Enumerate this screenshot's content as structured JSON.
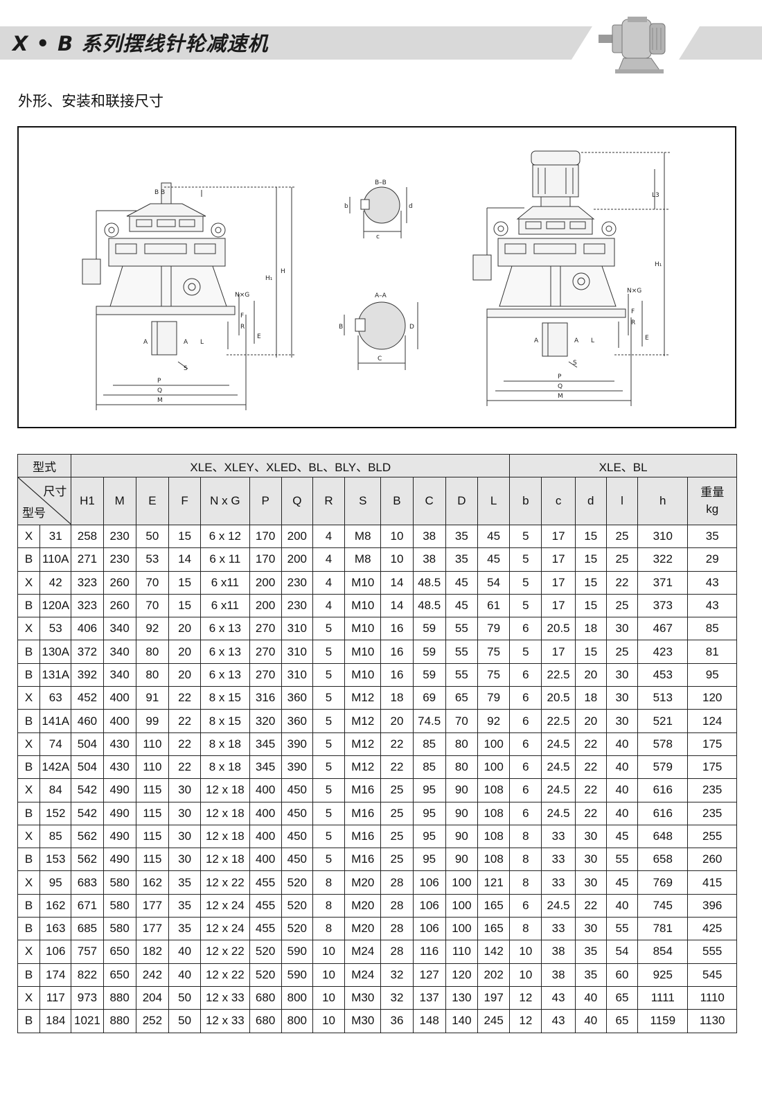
{
  "header": {
    "title": "X • B 系列摆线针轮减速机",
    "subtitle": "外形、安装和联接尺寸"
  },
  "drawing": {
    "left_labels": {
      "bb": "B B",
      "h1": "H₁",
      "h": "H",
      "nxg": "N×G",
      "r": "R",
      "f": "F",
      "e": "E",
      "l": "L",
      "a1": "A",
      "a2": "A",
      "s": "S",
      "p": "P",
      "q": "Q",
      "m": "M"
    },
    "section_bb": {
      "title": "B–B",
      "b": "b",
      "d": "d",
      "c": "c"
    },
    "section_aa": {
      "title": "A–A",
      "b": "B",
      "d": "D",
      "c": "C"
    },
    "right_labels": {
      "l3": "L3",
      "h1": "H₁",
      "nxg": "N×G",
      "r": "R",
      "f": "F",
      "e": "E",
      "l": "L",
      "a1": "A",
      "a2": "A",
      "s": "S",
      "p": "P",
      "q": "Q",
      "m": "M"
    }
  },
  "table": {
    "type_label": "型式",
    "group_left": "XLE、XLEY、XLED、BL、BLY、BLD",
    "group_right": "XLE、BL",
    "corner_top": "尺寸",
    "corner_bottom": "型号",
    "columns": [
      "H1",
      "M",
      "E",
      "F",
      "N x G",
      "P",
      "Q",
      "R",
      "S",
      "B",
      "C",
      "D",
      "L",
      "b",
      "c",
      "d",
      "l",
      "h"
    ],
    "weight_label": "重量",
    "weight_unit": "kg",
    "rows": [
      [
        "X",
        "31",
        "258",
        "230",
        "50",
        "15",
        "6 x 12",
        "170",
        "200",
        "4",
        "M8",
        "10",
        "38",
        "35",
        "45",
        "5",
        "17",
        "15",
        "25",
        "310",
        "35"
      ],
      [
        "B",
        "110A",
        "271",
        "230",
        "53",
        "14",
        "6 x 11",
        "170",
        "200",
        "4",
        "M8",
        "10",
        "38",
        "35",
        "45",
        "5",
        "17",
        "15",
        "25",
        "322",
        "29"
      ],
      [
        "X",
        "42",
        "323",
        "260",
        "70",
        "15",
        "6 x11",
        "200",
        "230",
        "4",
        "M10",
        "14",
        "48.5",
        "45",
        "54",
        "5",
        "17",
        "15",
        "22",
        "371",
        "43"
      ],
      [
        "B",
        "120A",
        "323",
        "260",
        "70",
        "15",
        "6 x11",
        "200",
        "230",
        "4",
        "M10",
        "14",
        "48.5",
        "45",
        "61",
        "5",
        "17",
        "15",
        "25",
        "373",
        "43"
      ],
      [
        "X",
        "53",
        "406",
        "340",
        "92",
        "20",
        "6 x 13",
        "270",
        "310",
        "5",
        "M10",
        "16",
        "59",
        "55",
        "79",
        "6",
        "20.5",
        "18",
        "30",
        "467",
        "85"
      ],
      [
        "B",
        "130A",
        "372",
        "340",
        "80",
        "20",
        "6 x 13",
        "270",
        "310",
        "5",
        "M10",
        "16",
        "59",
        "55",
        "75",
        "5",
        "17",
        "15",
        "25",
        "423",
        "81"
      ],
      [
        "B",
        "131A",
        "392",
        "340",
        "80",
        "20",
        "6 x 13",
        "270",
        "310",
        "5",
        "M10",
        "16",
        "59",
        "55",
        "75",
        "6",
        "22.5",
        "20",
        "30",
        "453",
        "95"
      ],
      [
        "X",
        "63",
        "452",
        "400",
        "91",
        "22",
        "8 x 15",
        "316",
        "360",
        "5",
        "M12",
        "18",
        "69",
        "65",
        "79",
        "6",
        "20.5",
        "18",
        "30",
        "513",
        "120"
      ],
      [
        "B",
        "141A",
        "460",
        "400",
        "99",
        "22",
        "8 x 15",
        "320",
        "360",
        "5",
        "M12",
        "20",
        "74.5",
        "70",
        "92",
        "6",
        "22.5",
        "20",
        "30",
        "521",
        "124"
      ],
      [
        "X",
        "74",
        "504",
        "430",
        "110",
        "22",
        "8 x 18",
        "345",
        "390",
        "5",
        "M12",
        "22",
        "85",
        "80",
        "100",
        "6",
        "24.5",
        "22",
        "40",
        "578",
        "175"
      ],
      [
        "B",
        "142A",
        "504",
        "430",
        "110",
        "22",
        "8 x 18",
        "345",
        "390",
        "5",
        "M12",
        "22",
        "85",
        "80",
        "100",
        "6",
        "24.5",
        "22",
        "40",
        "579",
        "175"
      ],
      [
        "X",
        "84",
        "542",
        "490",
        "115",
        "30",
        "12 x 18",
        "400",
        "450",
        "5",
        "M16",
        "25",
        "95",
        "90",
        "108",
        "6",
        "24.5",
        "22",
        "40",
        "616",
        "235"
      ],
      [
        "B",
        "152",
        "542",
        "490",
        "115",
        "30",
        "12 x 18",
        "400",
        "450",
        "5",
        "M16",
        "25",
        "95",
        "90",
        "108",
        "6",
        "24.5",
        "22",
        "40",
        "616",
        "235"
      ],
      [
        "X",
        "85",
        "562",
        "490",
        "115",
        "30",
        "12 x 18",
        "400",
        "450",
        "5",
        "M16",
        "25",
        "95",
        "90",
        "108",
        "8",
        "33",
        "30",
        "45",
        "648",
        "255"
      ],
      [
        "B",
        "153",
        "562",
        "490",
        "115",
        "30",
        "12 x 18",
        "400",
        "450",
        "5",
        "M16",
        "25",
        "95",
        "90",
        "108",
        "8",
        "33",
        "30",
        "55",
        "658",
        "260"
      ],
      [
        "X",
        "95",
        "683",
        "580",
        "162",
        "35",
        "12 x 22",
        "455",
        "520",
        "8",
        "M20",
        "28",
        "106",
        "100",
        "121",
        "8",
        "33",
        "30",
        "45",
        "769",
        "415"
      ],
      [
        "B",
        "162",
        "671",
        "580",
        "177",
        "35",
        "12 x 24",
        "455",
        "520",
        "8",
        "M20",
        "28",
        "106",
        "100",
        "165",
        "6",
        "24.5",
        "22",
        "40",
        "745",
        "396"
      ],
      [
        "B",
        "163",
        "685",
        "580",
        "177",
        "35",
        "12 x 24",
        "455",
        "520",
        "8",
        "M20",
        "28",
        "106",
        "100",
        "165",
        "8",
        "33",
        "30",
        "55",
        "781",
        "425"
      ],
      [
        "X",
        "106",
        "757",
        "650",
        "182",
        "40",
        "12 x 22",
        "520",
        "590",
        "10",
        "M24",
        "28",
        "116",
        "110",
        "142",
        "10",
        "38",
        "35",
        "54",
        "854",
        "555"
      ],
      [
        "B",
        "174",
        "822",
        "650",
        "242",
        "40",
        "12 x 22",
        "520",
        "590",
        "10",
        "M24",
        "32",
        "127",
        "120",
        "202",
        "10",
        "38",
        "35",
        "60",
        "925",
        "545"
      ],
      [
        "X",
        "117",
        "973",
        "880",
        "204",
        "50",
        "12 x 33",
        "680",
        "800",
        "10",
        "M30",
        "32",
        "137",
        "130",
        "197",
        "12",
        "43",
        "40",
        "65",
        "1111",
        "1110"
      ],
      [
        "B",
        "184",
        "1021",
        "880",
        "252",
        "50",
        "12 x 33",
        "680",
        "800",
        "10",
        "M30",
        "36",
        "148",
        "140",
        "245",
        "12",
        "43",
        "40",
        "65",
        "1159",
        "1130"
      ]
    ]
  },
  "colors": {
    "banner": "#d9d9d9",
    "header_cell": "#e6e6e6",
    "line": "#222222"
  }
}
